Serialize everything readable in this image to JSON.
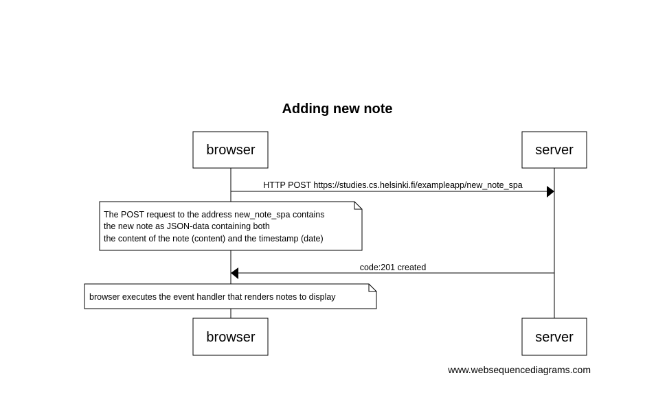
{
  "title": "Adding new note",
  "participants": {
    "browser": "browser",
    "server": "server"
  },
  "messages": [
    {
      "from": "browser",
      "to": "server",
      "label": "HTTP POST https://studies.cs.helsinki.fi/exampleapp/new_note_spa"
    },
    {
      "from": "server",
      "to": "browser",
      "label": "code:201 created"
    }
  ],
  "notes": [
    {
      "lines": [
        "The POST request to the address new_note_spa contains",
        "the new note as JSON-data containing both",
        "the content of the note (content) and the timestamp (date)"
      ]
    },
    {
      "lines": [
        "browser executes the event handler that renders notes to display"
      ]
    }
  ],
  "watermark": "www.websequencediagrams.com"
}
